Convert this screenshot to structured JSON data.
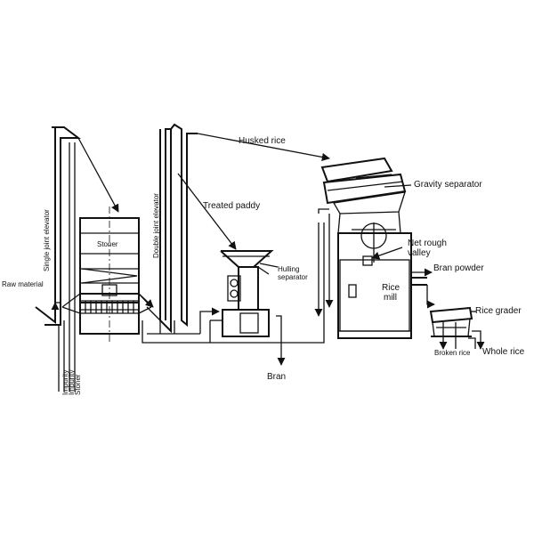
{
  "diagram": {
    "colors": {
      "line": "#111111",
      "background": "#ffffff"
    },
    "labels": {
      "raw_material": "Raw material",
      "single_joint_elevator": "Single joint elevator",
      "stoner": "Stoner",
      "impurity_1": "Impurity",
      "impurity_2": "Impurity",
      "stoner_output": "Stoner",
      "double_joint_elevator": "Double joint elevator",
      "treated_paddy": "Treated paddy",
      "husked_rice": "Husked rice",
      "hulling_separator_line1": "Hulling",
      "hulling_separator_line2": "separator",
      "bran": "Bran",
      "gravity_separator": "Gravity separator",
      "net_rough_valley_line1": "Net rough",
      "net_rough_valley_line2": "valley",
      "bran_powder": "Bran powder",
      "rice_mill_line1": "Rice",
      "rice_mill_line2": "mill",
      "rice_grader": "Rice grader",
      "broken_rice": "Broken rice",
      "whole_rice": "Whole rice"
    }
  }
}
